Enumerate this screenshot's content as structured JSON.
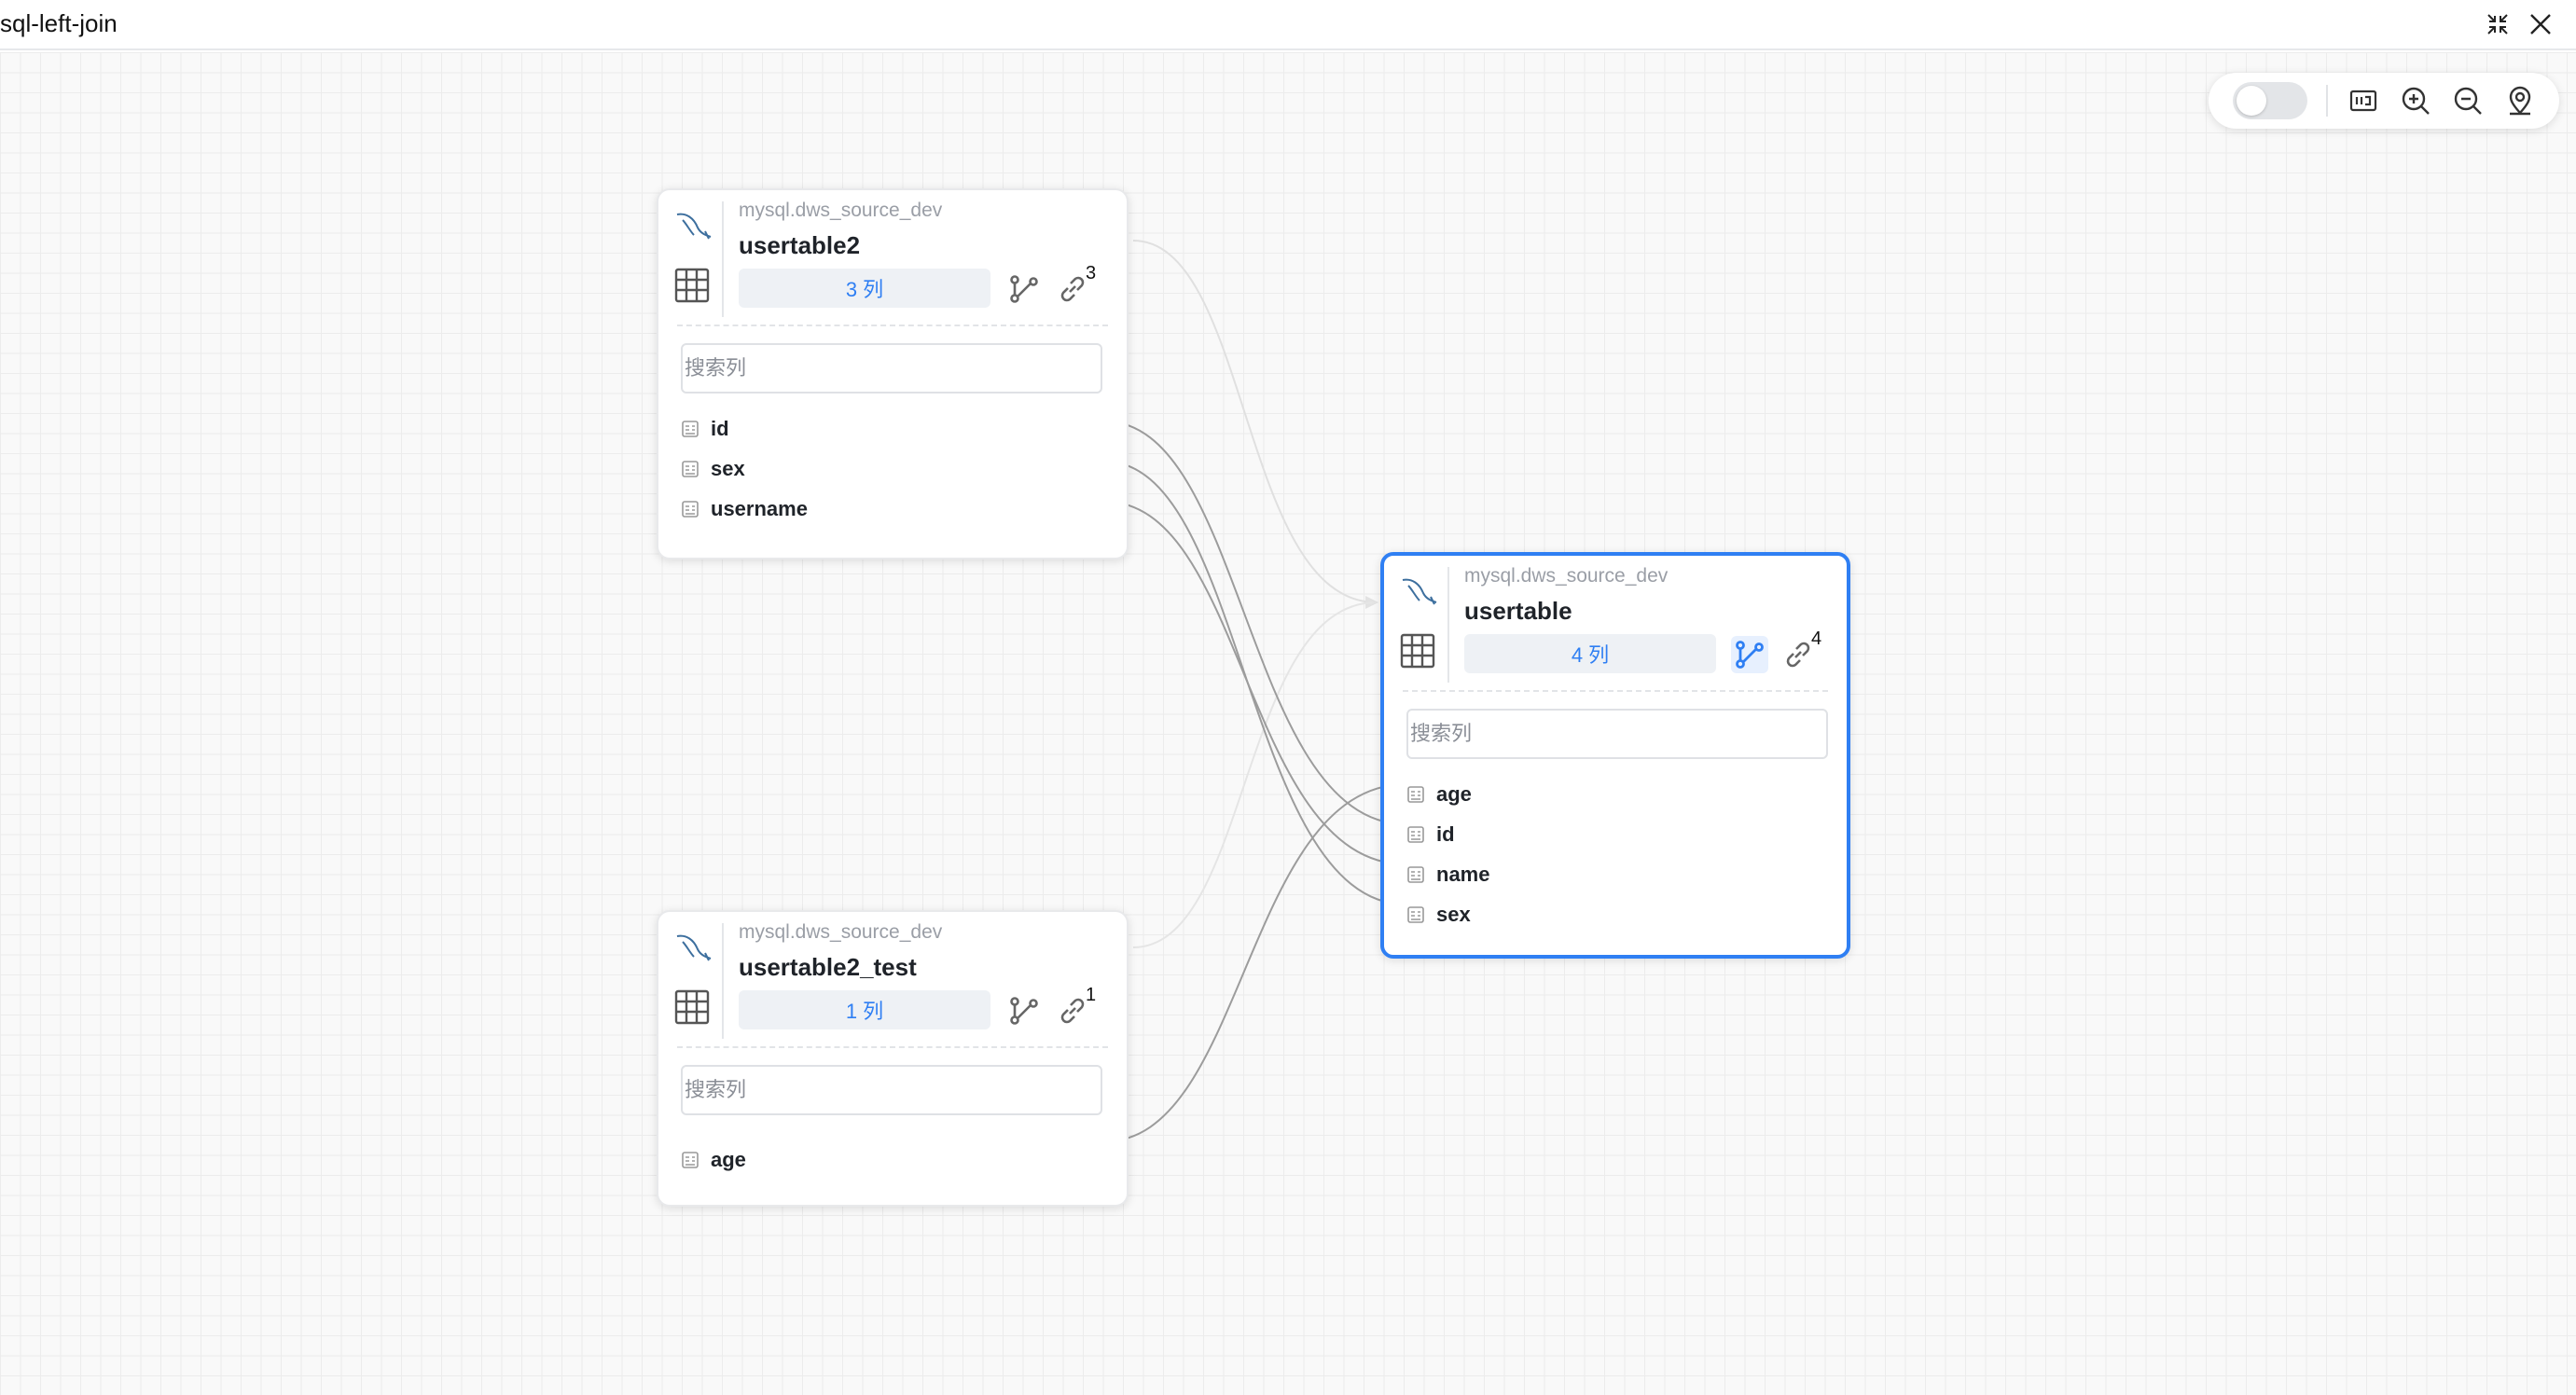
{
  "window": {
    "title": "sql-left-join"
  },
  "toolbar": {
    "toggle_state": "off",
    "icons": [
      "minimap-icon",
      "zoom-in-icon",
      "zoom-out-icon",
      "locate-icon"
    ]
  },
  "colors": {
    "accent": "#2f7ff3",
    "edge": "#9a9a9a",
    "edge_faint": "#dadada"
  },
  "nodes": [
    {
      "database": "mysql.dws_source_dev",
      "table": "usertable2",
      "columns_label": "3 列",
      "link_count": "3",
      "search_placeholder": "搜索列",
      "fields": [
        "id",
        "sex",
        "username"
      ]
    },
    {
      "database": "mysql.dws_source_dev",
      "table": "usertable2_test",
      "columns_label": "1 列",
      "link_count": "1",
      "search_placeholder": "搜索列",
      "fields": [
        "age"
      ]
    },
    {
      "database": "mysql.dws_source_dev",
      "table": "usertable",
      "columns_label": "4 列",
      "link_count": "4",
      "search_placeholder": "搜索列",
      "fields": [
        "age",
        "id",
        "name",
        "sex"
      ]
    }
  ]
}
